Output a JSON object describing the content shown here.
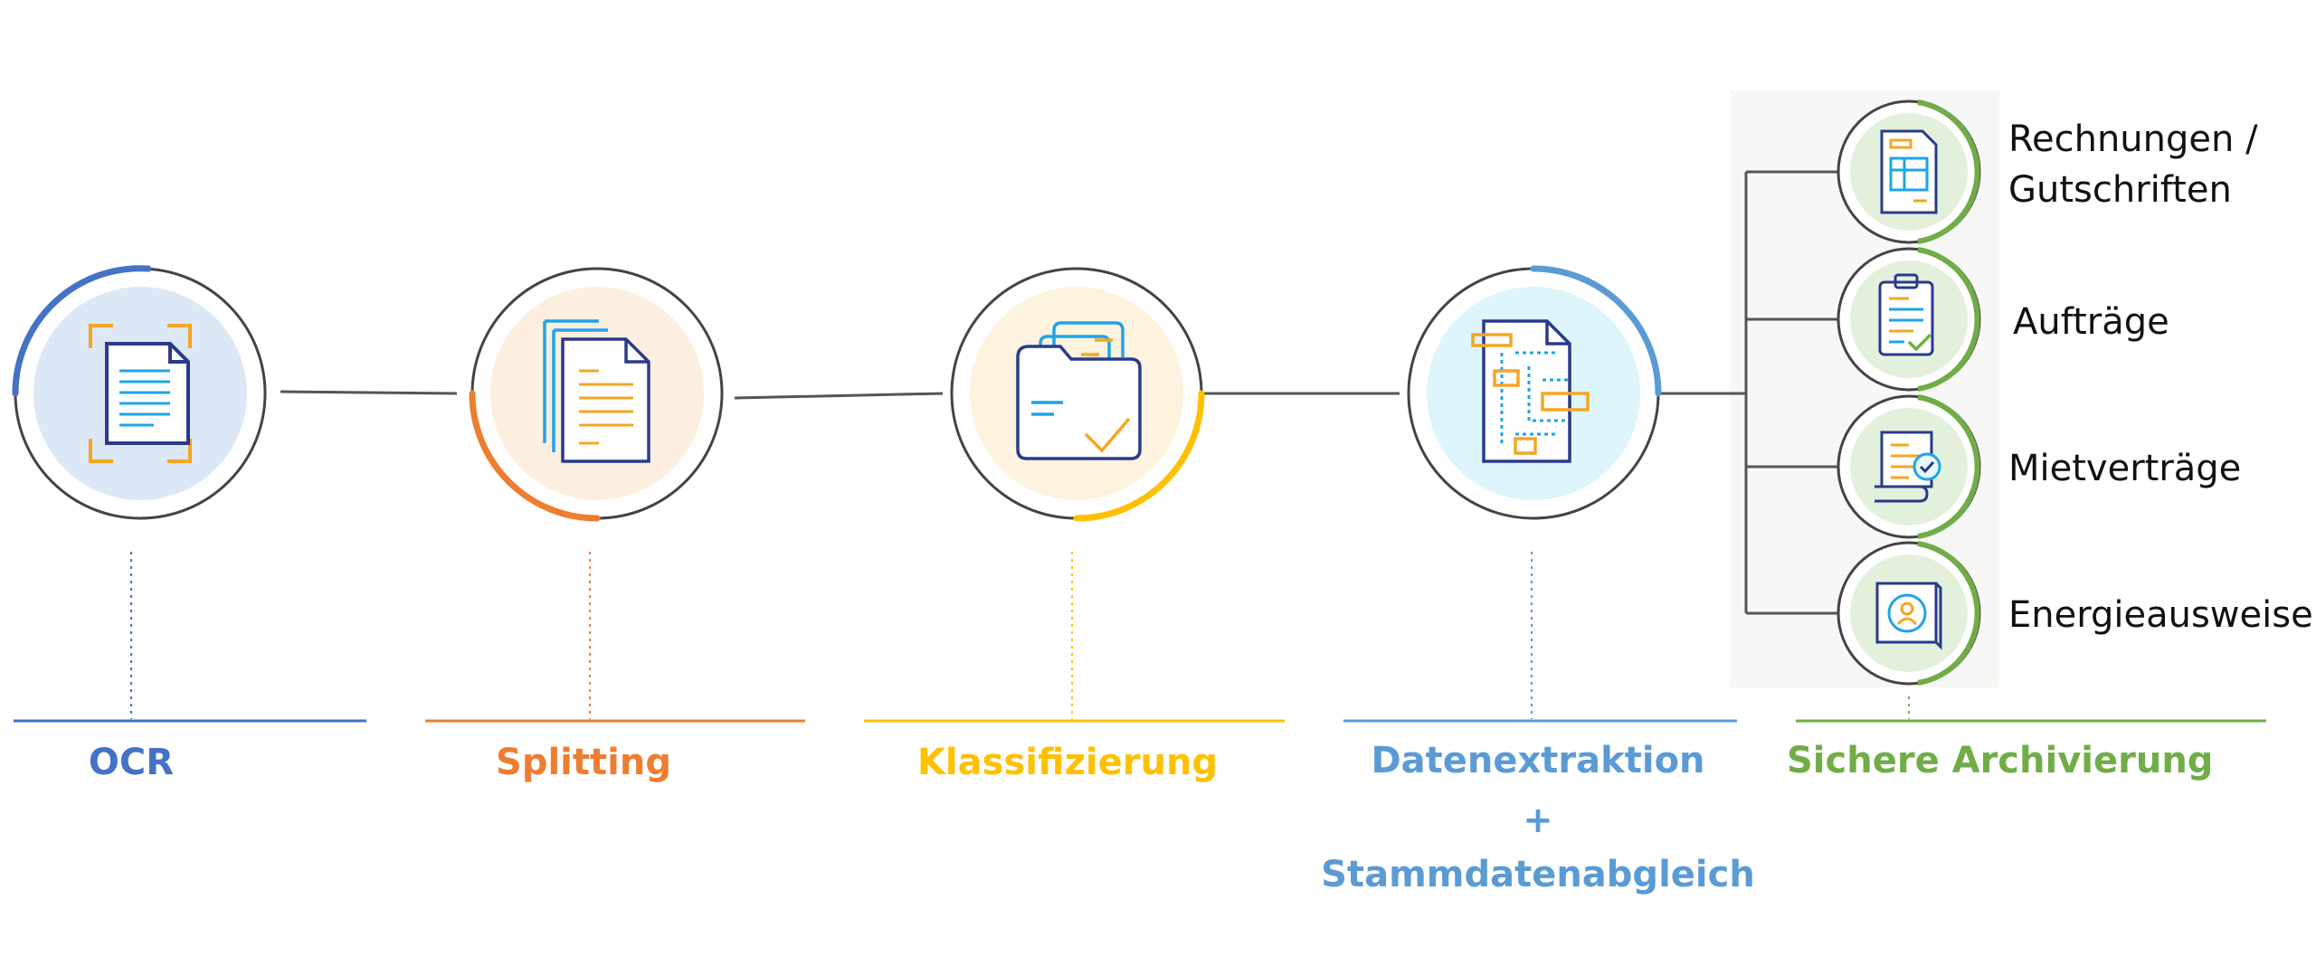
{
  "stages": [
    {
      "id": "ocr",
      "label": "OCR",
      "color": "#4472c4",
      "icon": "ocr-scan-document-icon"
    },
    {
      "id": "splitting",
      "label": "Splitting",
      "color": "#ed7d31",
      "icon": "split-documents-icon"
    },
    {
      "id": "klassifizierung",
      "label": "Klassifizierung",
      "color": "#ffc000",
      "icon": "classify-folder-icon"
    },
    {
      "id": "datenextraktion",
      "label_line1": "Datenextraktion",
      "label_plus": "+",
      "label_line2": "Stammdatenabgleich",
      "color": "#5b9bd5",
      "icon": "data-extraction-icon"
    },
    {
      "id": "archivierung",
      "label": "Sichere Archivierung",
      "color": "#70ad47"
    }
  ],
  "outputs": [
    {
      "line1": "Rechnungen /",
      "line2": "Gutschriften",
      "icon": "invoice-icon"
    },
    {
      "label": "Aufträge",
      "icon": "clipboard-order-icon"
    },
    {
      "label": "Mietverträge",
      "icon": "contract-scroll-icon"
    },
    {
      "label": "Energieausweise",
      "icon": "energy-certificate-icon"
    }
  ]
}
